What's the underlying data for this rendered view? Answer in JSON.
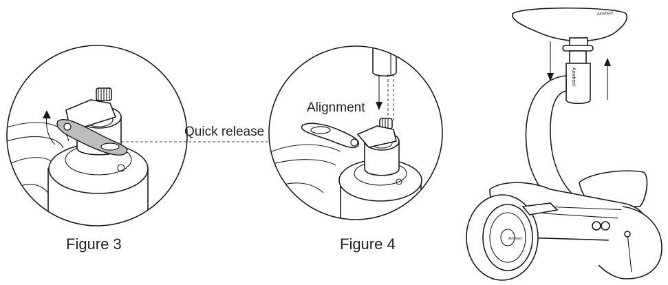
{
  "figure3": {
    "caption": "Figure 3",
    "callout": "Quick release"
  },
  "figure4": {
    "caption": "Figure 4",
    "callout": "Alignment"
  },
  "scooter": {
    "brand_text": "Airwheel"
  }
}
